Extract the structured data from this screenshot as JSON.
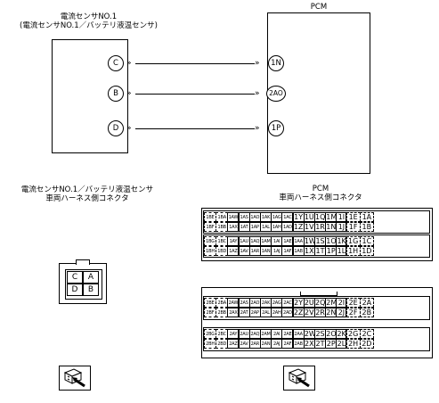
{
  "sensor": {
    "title_line1": "電流センサNO.1",
    "title_line2": "(電流センサNO.1／バッテリ液温センサ)",
    "pins": [
      "C",
      "B",
      "D"
    ]
  },
  "pcm": {
    "title": "PCM",
    "pins": [
      "1N",
      "2AO",
      "1P"
    ]
  },
  "sensor_connector": {
    "title_line1": "電流センサNO.1／バッテリ液温センサ",
    "title_line2": "車両ハーネス側コネクタ",
    "pins": [
      [
        "C",
        "A"
      ],
      [
        "D",
        "B"
      ]
    ]
  },
  "pcm_connector": {
    "title_line1": "PCM",
    "title_line2": "車両ハーネス側コネクタ",
    "block1": {
      "row1": [
        "1BE",
        "1BA",
        "1AW",
        "1AS",
        "1AO",
        "1AK",
        "1AG",
        "1AC",
        "1Y",
        "1U",
        "1Q",
        "1M",
        "1I",
        "1E",
        "1A"
      ],
      "row2": [
        "1BF",
        "1BB",
        "1AX",
        "1AT",
        "1AP",
        "1AL",
        "1AH",
        "1AD",
        "1Z",
        "1V",
        "1R",
        "1N",
        "1J",
        "1F",
        "1B"
      ],
      "row3": [
        "1BG",
        "1BC",
        "1AY",
        "1AU",
        "1AQ",
        "1AM",
        "1AI",
        "1AE",
        "1AA",
        "1W",
        "1S",
        "1O",
        "1K",
        "1G",
        "1C"
      ],
      "row4": [
        "1BH",
        "1BD",
        "1AZ",
        "1AV",
        "1AR",
        "1AN",
        "1AJ",
        "1AF",
        "1AB",
        "1X",
        "1T",
        "1P",
        "1L",
        "1H",
        "1D"
      ]
    },
    "block2": {
      "row1": [
        "2BE",
        "2BA",
        "2AW",
        "2AS",
        "2AO",
        "2AK",
        "2AG",
        "2AC",
        "2Y",
        "2U",
        "2Q",
        "2M",
        "2I",
        "2E",
        "2A"
      ],
      "row2": [
        "2BF",
        "2BB",
        "2AX",
        "2AT",
        "2AP",
        "2AL",
        "2AH",
        "2AD",
        "2Z",
        "2V",
        "2R",
        "2N",
        "2J",
        "2F",
        "2B"
      ],
      "row3": [
        "2BG",
        "2BC",
        "2AY",
        "2AU",
        "2AQ",
        "2AM",
        "2AI",
        "2AE",
        "2AA",
        "2W",
        "2S",
        "2O",
        "2K",
        "2G",
        "2C"
      ],
      "row4": [
        "2BH",
        "2BD",
        "2AZ",
        "2AV",
        "2AR",
        "2AN",
        "2AJ",
        "2AF",
        "2AB",
        "2X",
        "2T",
        "2P",
        "2L",
        "2H",
        "2D"
      ]
    }
  }
}
